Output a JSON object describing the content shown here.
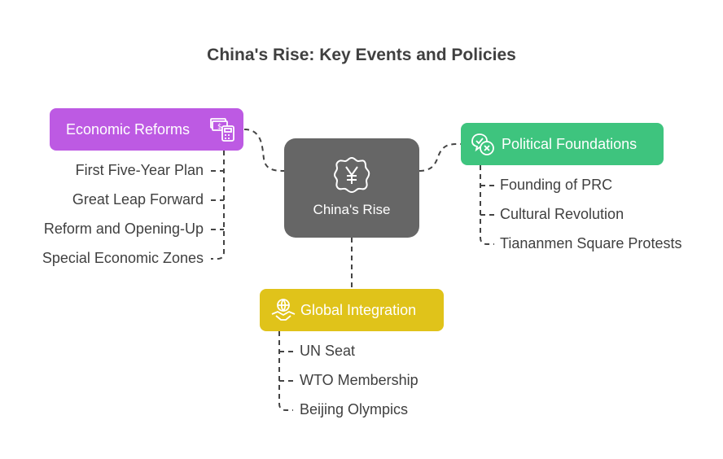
{
  "title": "China's Rise: Key Events and Policies",
  "center": {
    "label": "China's Rise",
    "icon": "yuan-badge-icon"
  },
  "branches": {
    "economic": {
      "label": "Economic Reforms",
      "color": "#bd5ae3",
      "icon": "money-calculator-icon",
      "items": [
        "First Five-Year Plan",
        "Great Leap Forward",
        "Reform and Opening-Up",
        "Special Economic Zones"
      ]
    },
    "political": {
      "label": "Political Foundations",
      "color": "#3ec47e",
      "icon": "chat-check-x-icon",
      "items": [
        "Founding of PRC",
        "Cultural Revolution",
        "Tiananmen Square Protests"
      ]
    },
    "global": {
      "label": "Global Integration",
      "color": "#e0c31a",
      "icon": "handshake-globe-icon",
      "items": [
        "UN Seat",
        "WTO Membership",
        "Beijing Olympics"
      ]
    }
  },
  "colors": {
    "center": "#666666",
    "connector": "#444444"
  }
}
